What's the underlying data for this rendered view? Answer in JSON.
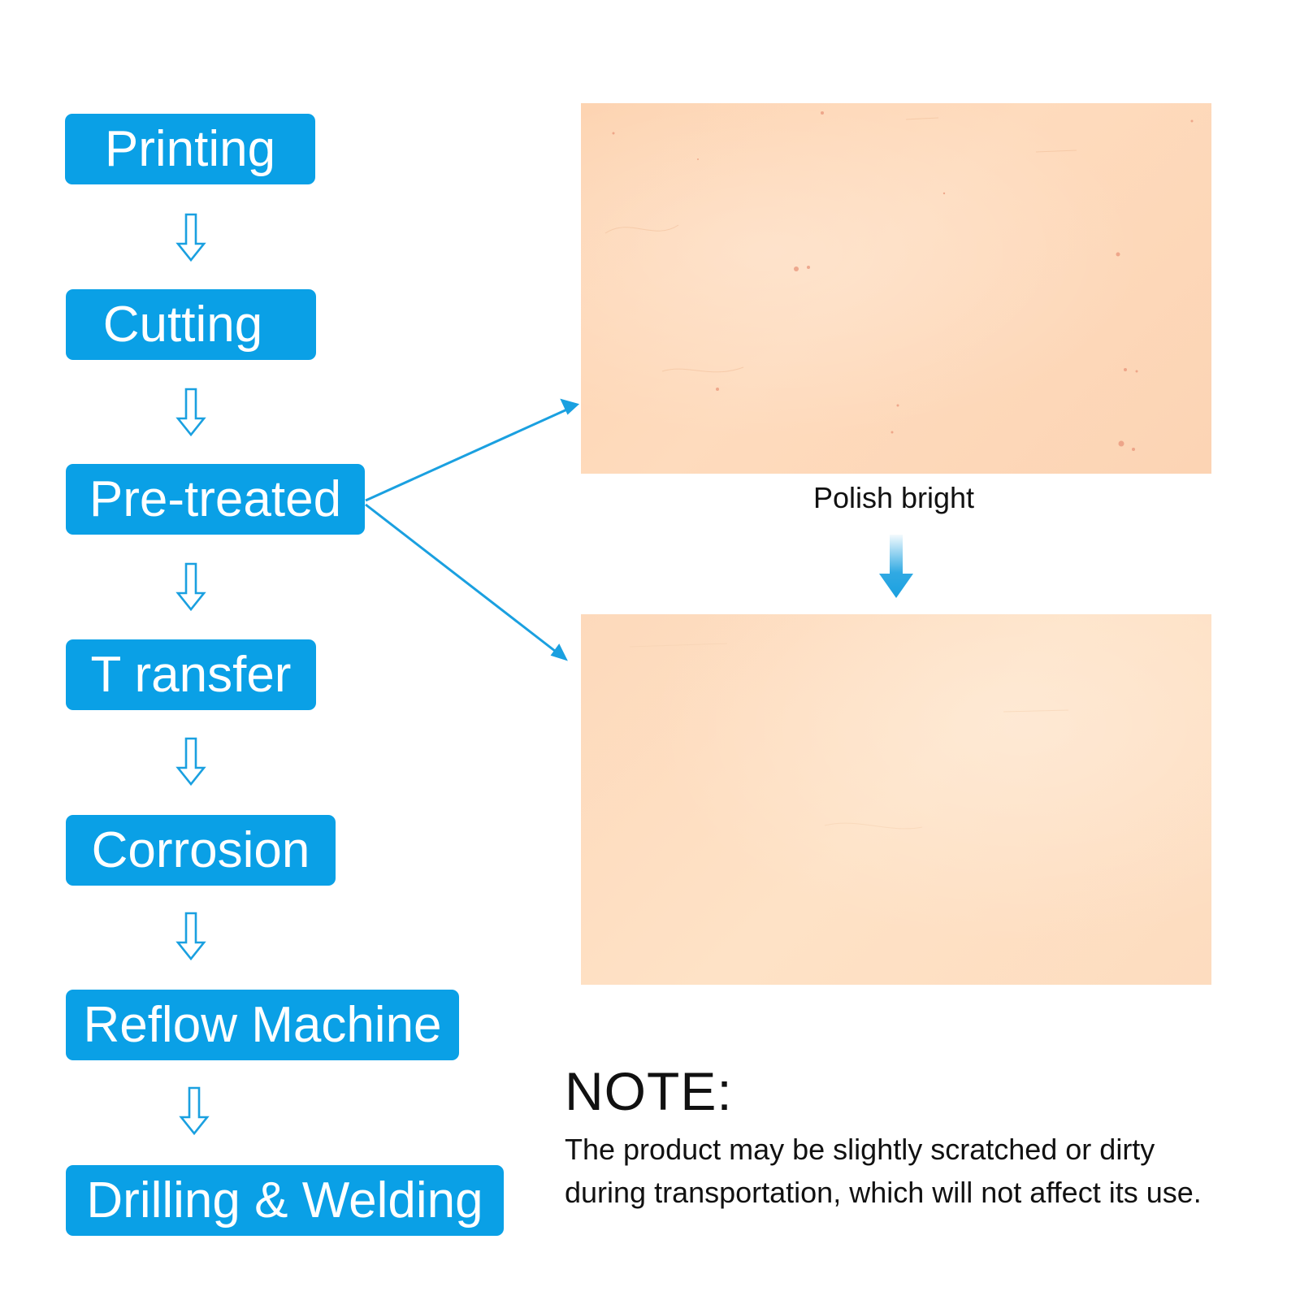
{
  "colors": {
    "step_fill": "#0aa0e6",
    "step_text": "#ffffff",
    "connector": "#1aa0e0",
    "plate_unpolished": "#fdd3b0",
    "plate_polished": "#fee0c4"
  },
  "steps": [
    {
      "label": "Printing"
    },
    {
      "label": "Cutting"
    },
    {
      "label": "Pre-treated"
    },
    {
      "label": "T ransfer"
    },
    {
      "label": "Corrosion"
    },
    {
      "label": "Reflow Machine"
    },
    {
      "label": "Drilling & Welding"
    }
  ],
  "icons": {
    "step_arrow": "hollow-down-arrow-icon",
    "branch_arrow": "thin-arrow-icon",
    "polish_arrow": "gradient-down-arrow-icon"
  },
  "plates": {
    "caption": "Polish bright"
  },
  "note": {
    "title": "NOTE:",
    "line1": "The product may be slightly scratched or dirty",
    "line2": "during transportation, which will not affect its use."
  }
}
